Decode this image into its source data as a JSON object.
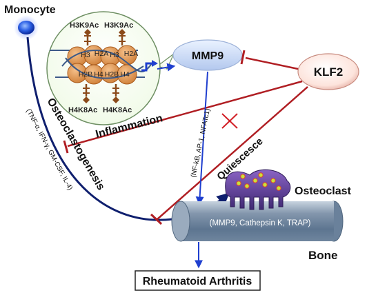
{
  "monocyte": {
    "label": "Monocyte"
  },
  "nucleosome": {
    "top_marks": [
      "H3K9Ac",
      "H3K9Ac"
    ],
    "bottom_marks": [
      "H4K8Ac",
      "H4K8Ac"
    ],
    "histone_labels": [
      "H3",
      "H2A",
      "H3",
      "H2A",
      "H2B",
      "H4",
      "H2B",
      "H4"
    ]
  },
  "mmp9": {
    "label": "MMP9"
  },
  "klf2": {
    "label": "KLF2"
  },
  "pathways": {
    "inflammation": "Inflammation",
    "quiescence": "Quiescesce",
    "osteoclastogenesis": "Osteoclastogenesis",
    "cytokines": "(TNF-α, IFN-γ, GM-CSF, IL-4)",
    "transcription_factors": "(NF-kB, AP-1, NFATc1)"
  },
  "osteoclast": {
    "label": "Osteoclast"
  },
  "bone": {
    "label": "Bone",
    "proteins": "(MMP9, Cathepsin K, TRAP)"
  },
  "outcome": {
    "label": "Rheumatoid Arthritis"
  },
  "colors": {
    "activation": "#1f3fcf",
    "inhibition": "#b01e23",
    "navy": "#0f1f6e",
    "histone": "#d98f4a",
    "mark": "#8b4a1a",
    "bone": "#5e7a96",
    "osteoclast": "#5b3f8e"
  }
}
